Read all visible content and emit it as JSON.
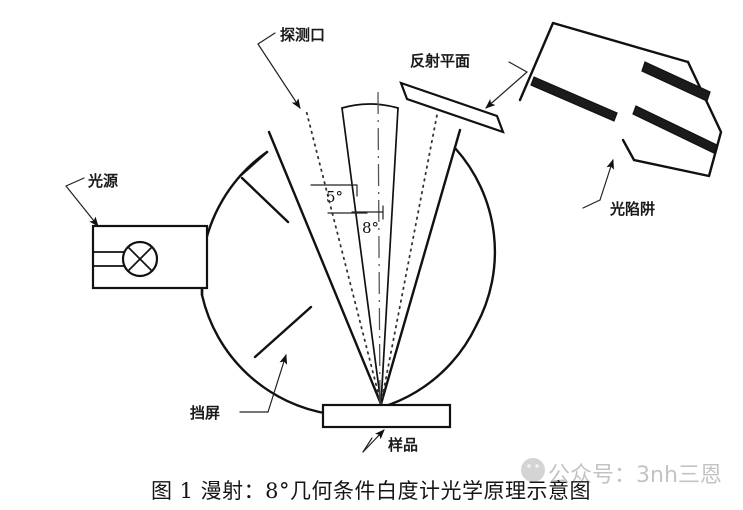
{
  "figure": {
    "title_caption": "图 1    漫射：8°几何条件白度计光学原理示意图",
    "caption_number": "图 1",
    "background_color": "#ffffff",
    "line_color": "#111111",
    "watermark_text": "公众号：3nh三恩"
  },
  "labels": {
    "detection_port": "探测口",
    "reflecting_plane": "反射平面",
    "light_trap": "光陷阱",
    "light_source": "光源",
    "baffle": "挡屏",
    "sample": "样品"
  },
  "angles": {
    "outer": "5°",
    "inner": "8°"
  },
  "components": [
    {
      "name": "integrating-sphere",
      "label": ""
    },
    {
      "name": "light-source-housing",
      "label": "光源"
    },
    {
      "name": "lamp-symbol",
      "label": ""
    },
    {
      "name": "baffle-upper",
      "label": "挡屏"
    },
    {
      "name": "baffle-lower",
      "label": "挡屏"
    },
    {
      "name": "detection-cone",
      "label": "探测口"
    },
    {
      "name": "reflecting-plane-mirror",
      "label": "反射平面"
    },
    {
      "name": "light-trap-enclosure",
      "label": "光陷阱"
    },
    {
      "name": "sample-plate",
      "label": "样品"
    },
    {
      "name": "optical-axis",
      "label": ""
    }
  ]
}
